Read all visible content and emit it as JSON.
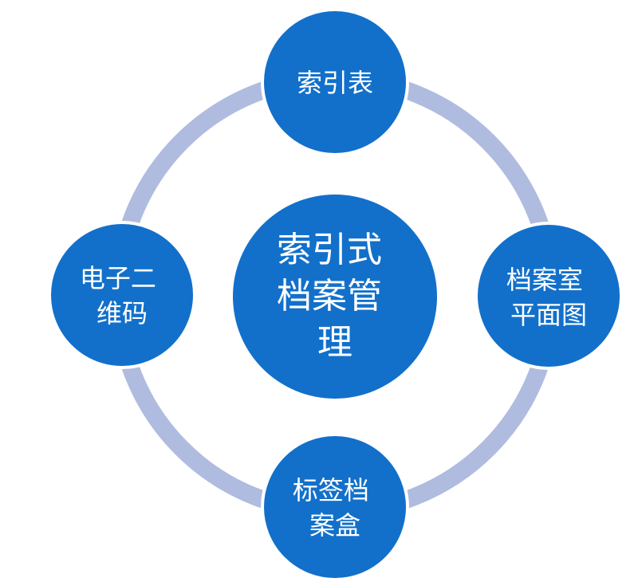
{
  "colors": {
    "ring": "#AFBCDF",
    "node_fill": "#1270CA",
    "node_stroke": "#ffffff",
    "text": "#ffffff"
  },
  "center": {
    "lines": [
      "索引式",
      "档案管",
      "理"
    ]
  },
  "nodes": {
    "top": {
      "lines": [
        "索引表"
      ]
    },
    "right": {
      "lines": [
        "档案室",
        "平面图"
      ]
    },
    "bottom": {
      "lines": [
        "标签档",
        "案盒"
      ]
    },
    "left": {
      "lines": [
        "电子二",
        "维码"
      ]
    }
  }
}
